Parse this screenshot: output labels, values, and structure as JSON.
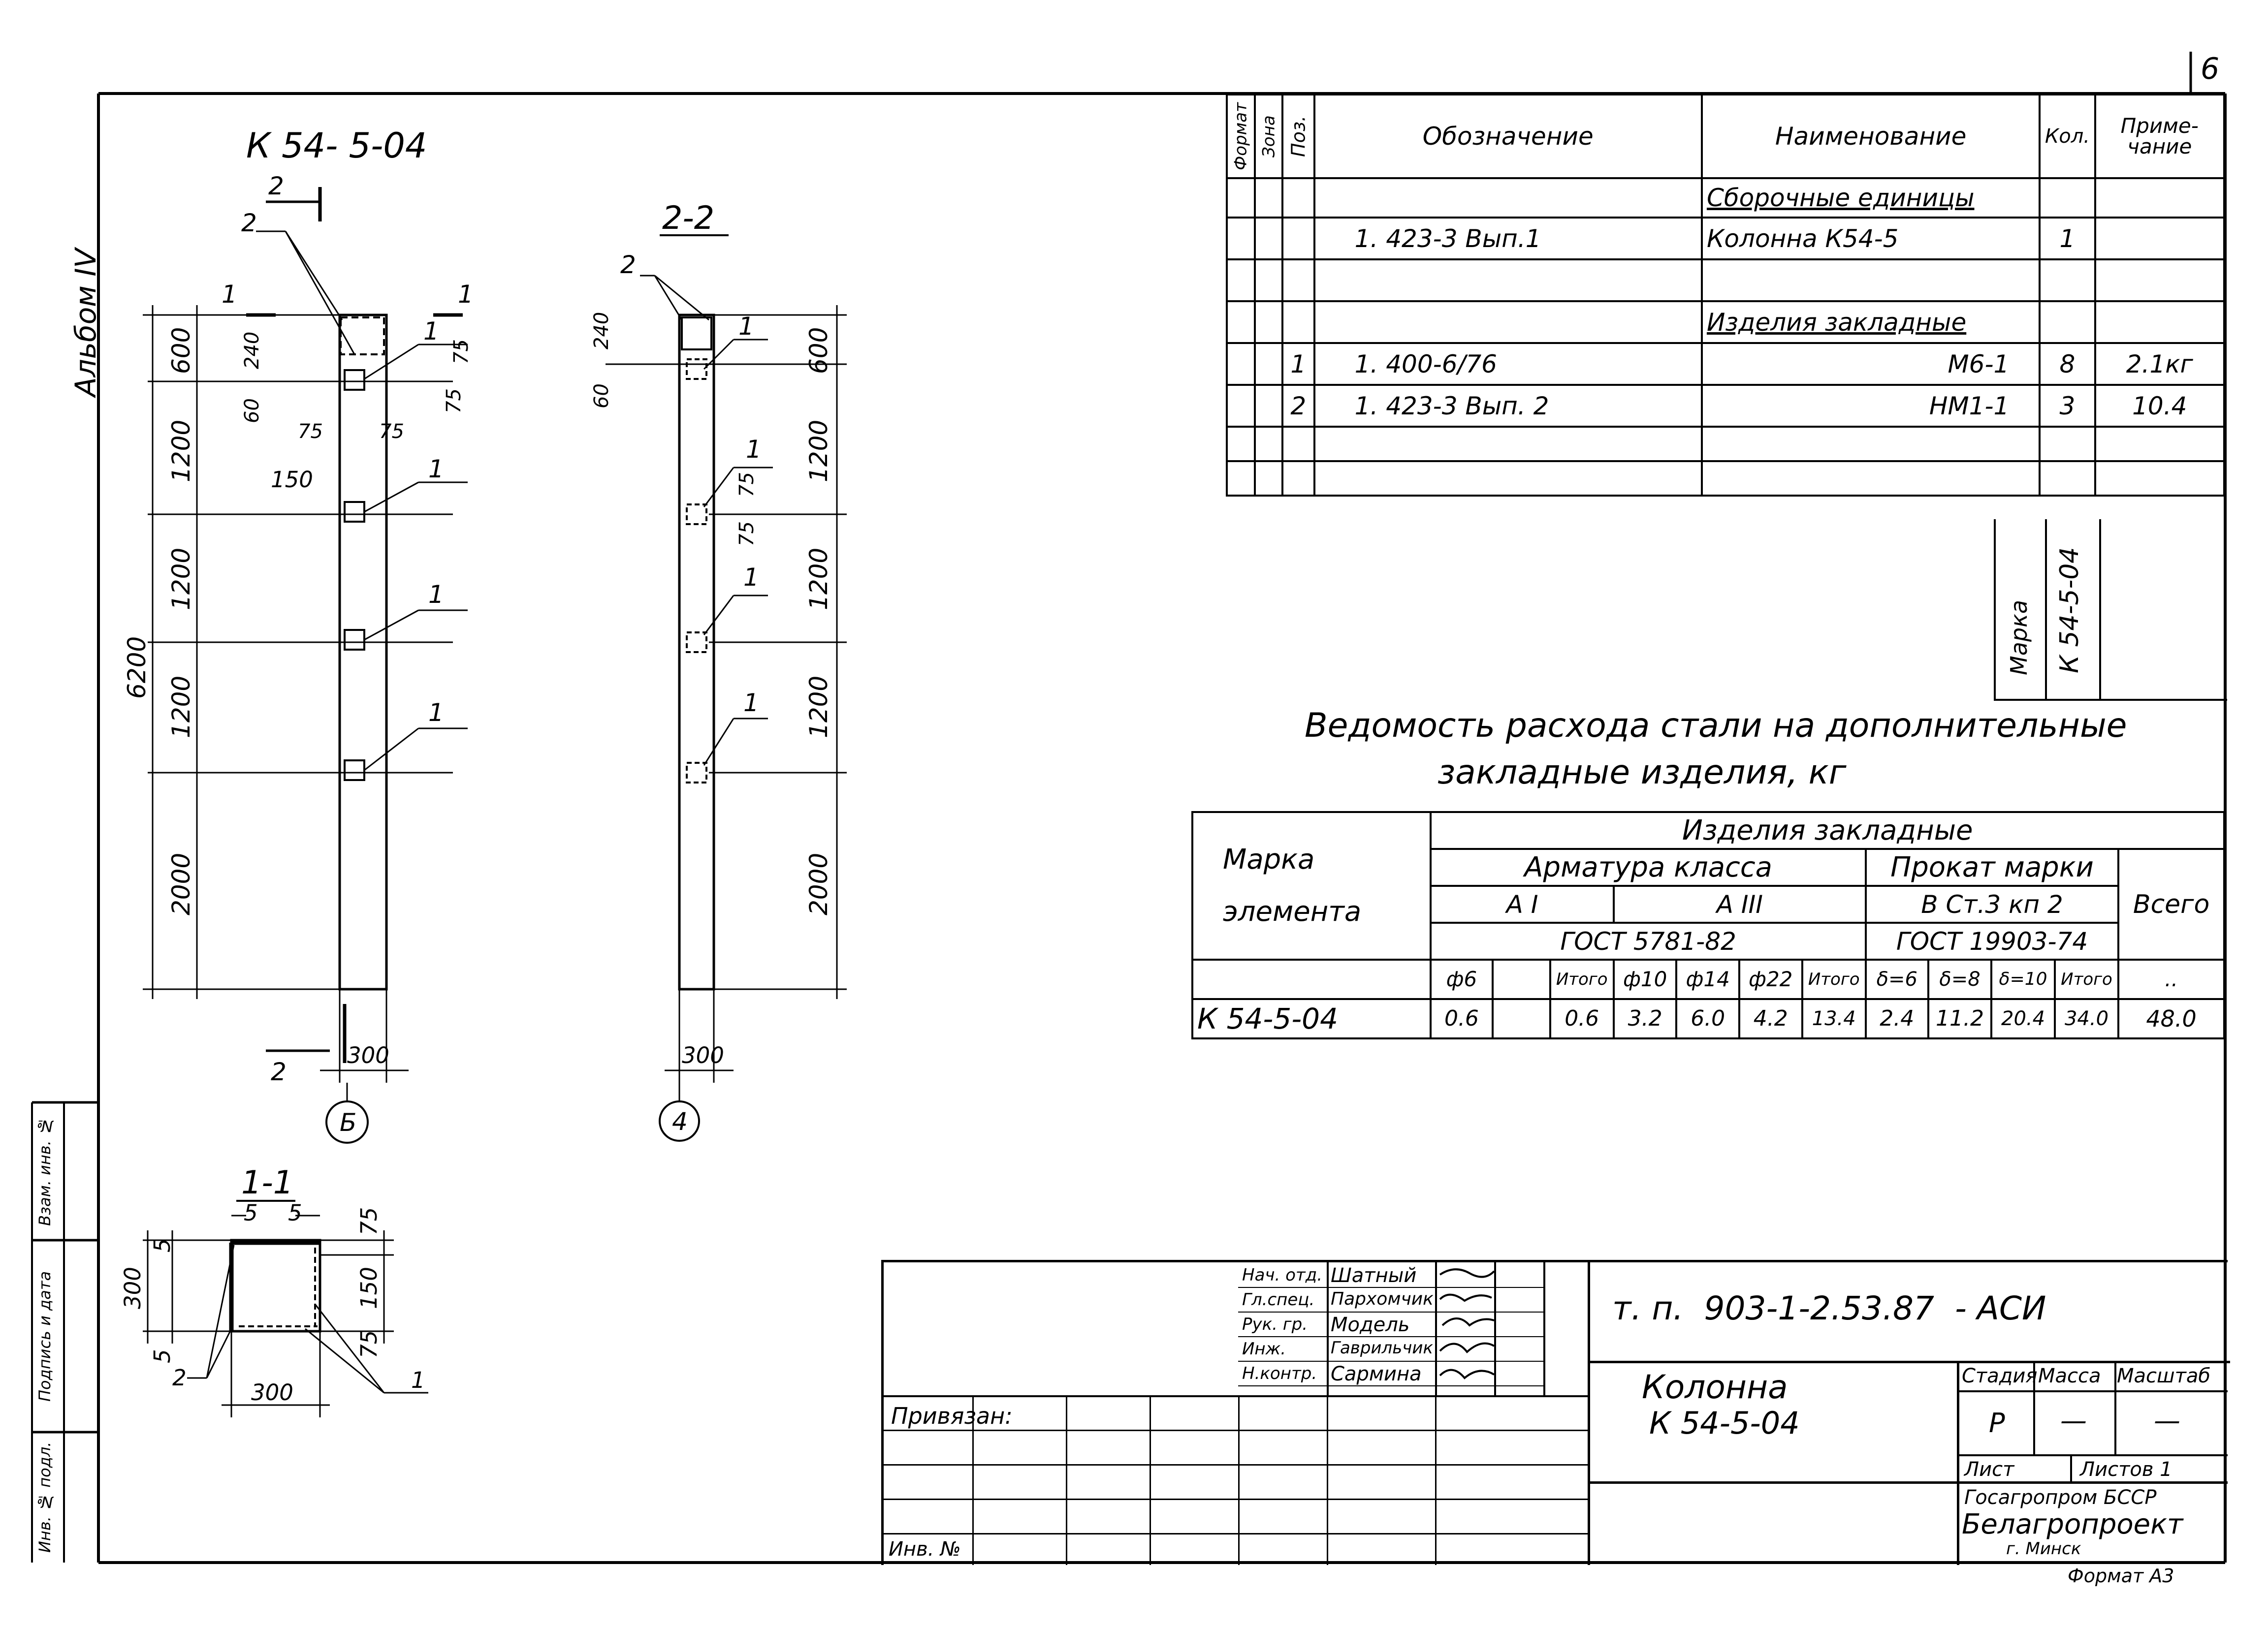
{
  "sheet_number": "6",
  "album_label": "Альбом IV",
  "left_margin_labels": [
    "Взам. инв. №",
    "Подпись и дата",
    "Инв. № подл."
  ],
  "drawing_mark_title": "К 54- 5-04",
  "elevation": {
    "section_marker": "2",
    "section_marker_1": "1",
    "callout_2": "2",
    "callout_1": "1",
    "total_height": "6200",
    "segments": [
      "600",
      "1200",
      "1200",
      "1200",
      "2000"
    ],
    "dims": {
      "d240": "240",
      "d60": "60",
      "d75a": "75",
      "d75b": "75",
      "d75c": "75",
      "d150": "150"
    },
    "width": "300",
    "axis_label": "Б"
  },
  "section_2_2": {
    "title": "2-2",
    "callout_2": "2",
    "callout_1": "1",
    "segments": [
      "600",
      "1200",
      "1200",
      "1200",
      "2000"
    ],
    "dims": {
      "d240": "240",
      "d60": "60",
      "d75a": "75",
      "d75b": "75"
    },
    "width": "300",
    "axis_label": "4"
  },
  "section_1_1": {
    "title": "1-1",
    "dims": {
      "d5a": "5",
      "d5b": "5",
      "d5c": "5",
      "d75a": "75",
      "d75b": "75",
      "d150": "150",
      "d300v": "300",
      "d300h": "300"
    },
    "callout_2": "2",
    "callout_1": "1"
  },
  "spec_table": {
    "headers": {
      "format": "Формат",
      "zone": "Зона",
      "pos": "Поз.",
      "designation": "Обозначение",
      "name": "Наименование",
      "qty": "Кол.",
      "note": "Приме- чание"
    },
    "rows": [
      {
        "pos": "",
        "designation": "",
        "name": "Сборочные единицы",
        "qty": "",
        "note": ""
      },
      {
        "pos": "",
        "designation": "1. 423-3 Вып.1",
        "name": "Колонна К54-5",
        "qty": "1",
        "note": ""
      },
      {
        "pos": "",
        "designation": "",
        "name": "",
        "qty": "",
        "note": ""
      },
      {
        "pos": "",
        "designation": "",
        "name": "Изделия закладные",
        "qty": "",
        "note": ""
      },
      {
        "pos": "1",
        "designation": "1. 400-6/76",
        "name": "М6-1",
        "qty": "8",
        "note": "2.1кг"
      },
      {
        "pos": "2",
        "designation": "1. 423-3 Вып. 2",
        "name": "НМ1-1",
        "qty": "3",
        "note": "10.4"
      },
      {
        "pos": "",
        "designation": "",
        "name": "",
        "qty": "",
        "note": ""
      },
      {
        "pos": "",
        "designation": "",
        "name": "",
        "qty": "",
        "note": ""
      }
    ],
    "mark_label": "Марка",
    "mark_value": "К 54-5-04"
  },
  "steel_statement": {
    "title_line1": "Ведомость расхода стали на дополнительные",
    "title_line2": "закладные изделия, кг",
    "col_mark": "Марка элемента",
    "col_mark_l1": "Марка",
    "col_mark_l2": "элемента",
    "embedded": "Изделия закладные",
    "rebar_class": "Арматура класса",
    "rolled_mark": "Прокат марки",
    "total": "Всего",
    "a1": "А I",
    "a3": "А III",
    "steel_grade": "В Ст.3 кп 2",
    "gost_rebar": "ГОСТ 5781-82",
    "gost_rolled": "ГОСТ 19903-74",
    "subcols": [
      "ф6",
      "",
      "Итого",
      "ф10",
      "ф14",
      "ф22",
      "Итого",
      "δ=6",
      "δ=8",
      "δ=10",
      "Итого",
      ".."
    ],
    "row": {
      "mark": "К 54-5-04",
      "values": [
        "0.6",
        "",
        "0.6",
        "3.2",
        "6.0",
        "4.2",
        "13.4",
        "2.4",
        "11.2",
        "20.4",
        "34.0",
        "48.0"
      ]
    }
  },
  "title_block": {
    "roles": [
      "Нач. отд.",
      "Гл.спец.",
      "Рук. гр.",
      "Инж.",
      "Н.контр."
    ],
    "names": [
      "Шатный",
      "Пархомчик",
      "Модель",
      "Гаврильчик",
      "Сармина"
    ],
    "project_code": "т. п.  903-1-2.53.87  - АСИ",
    "object_title_l1": "Колонна",
    "object_title_l2": "К 54-5-04",
    "stage_h": "Стадия",
    "mass_h": "Масса",
    "scale_h": "Масштаб",
    "stage": "Р",
    "mass": "—",
    "scale": "—",
    "sheet_h": "Лист",
    "sheets_h": "Листов 1",
    "org_l1": "Госагропром БССР",
    "org_l2": "Белагропроект",
    "org_l3": "г. Минск",
    "format": "Формат А3",
    "attached": "Привязан:",
    "inv": "Инв. №"
  }
}
